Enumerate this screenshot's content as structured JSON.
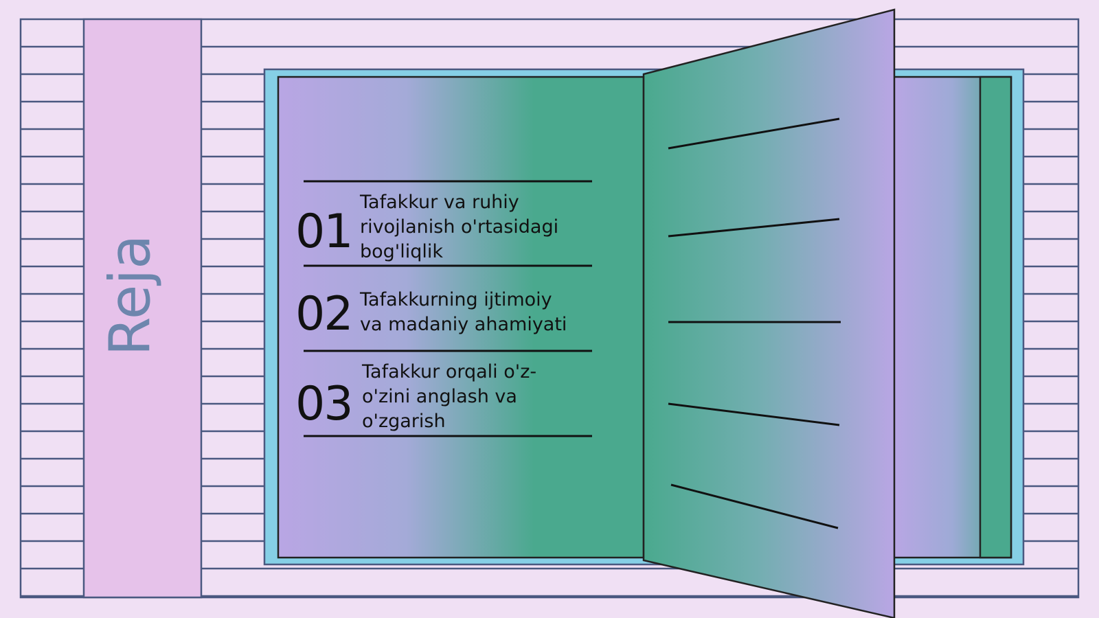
{
  "slide": {
    "title": "Reja",
    "colors": {
      "background": "#f0e0f4",
      "stripe_line": "#4a5880",
      "sidebar": "#e6c2ea",
      "book_cover": "#86cfe6",
      "gradient_purple": "#b9a6e4",
      "gradient_green": "#4aa98e",
      "title_text": "#6d86ad"
    },
    "items": [
      {
        "number": "01",
        "text": "Tafakkur va ruhiy\nrivojlanish o'rtasidagi\nbog'liqlik"
      },
      {
        "number": "02",
        "text": "Tafakkurning ijtimoiy\nva madaniy ahamiyati"
      },
      {
        "number": "03",
        "text": "Tafakkur orqali o'z-\no'zini anglash va\no'zgarish"
      }
    ]
  }
}
